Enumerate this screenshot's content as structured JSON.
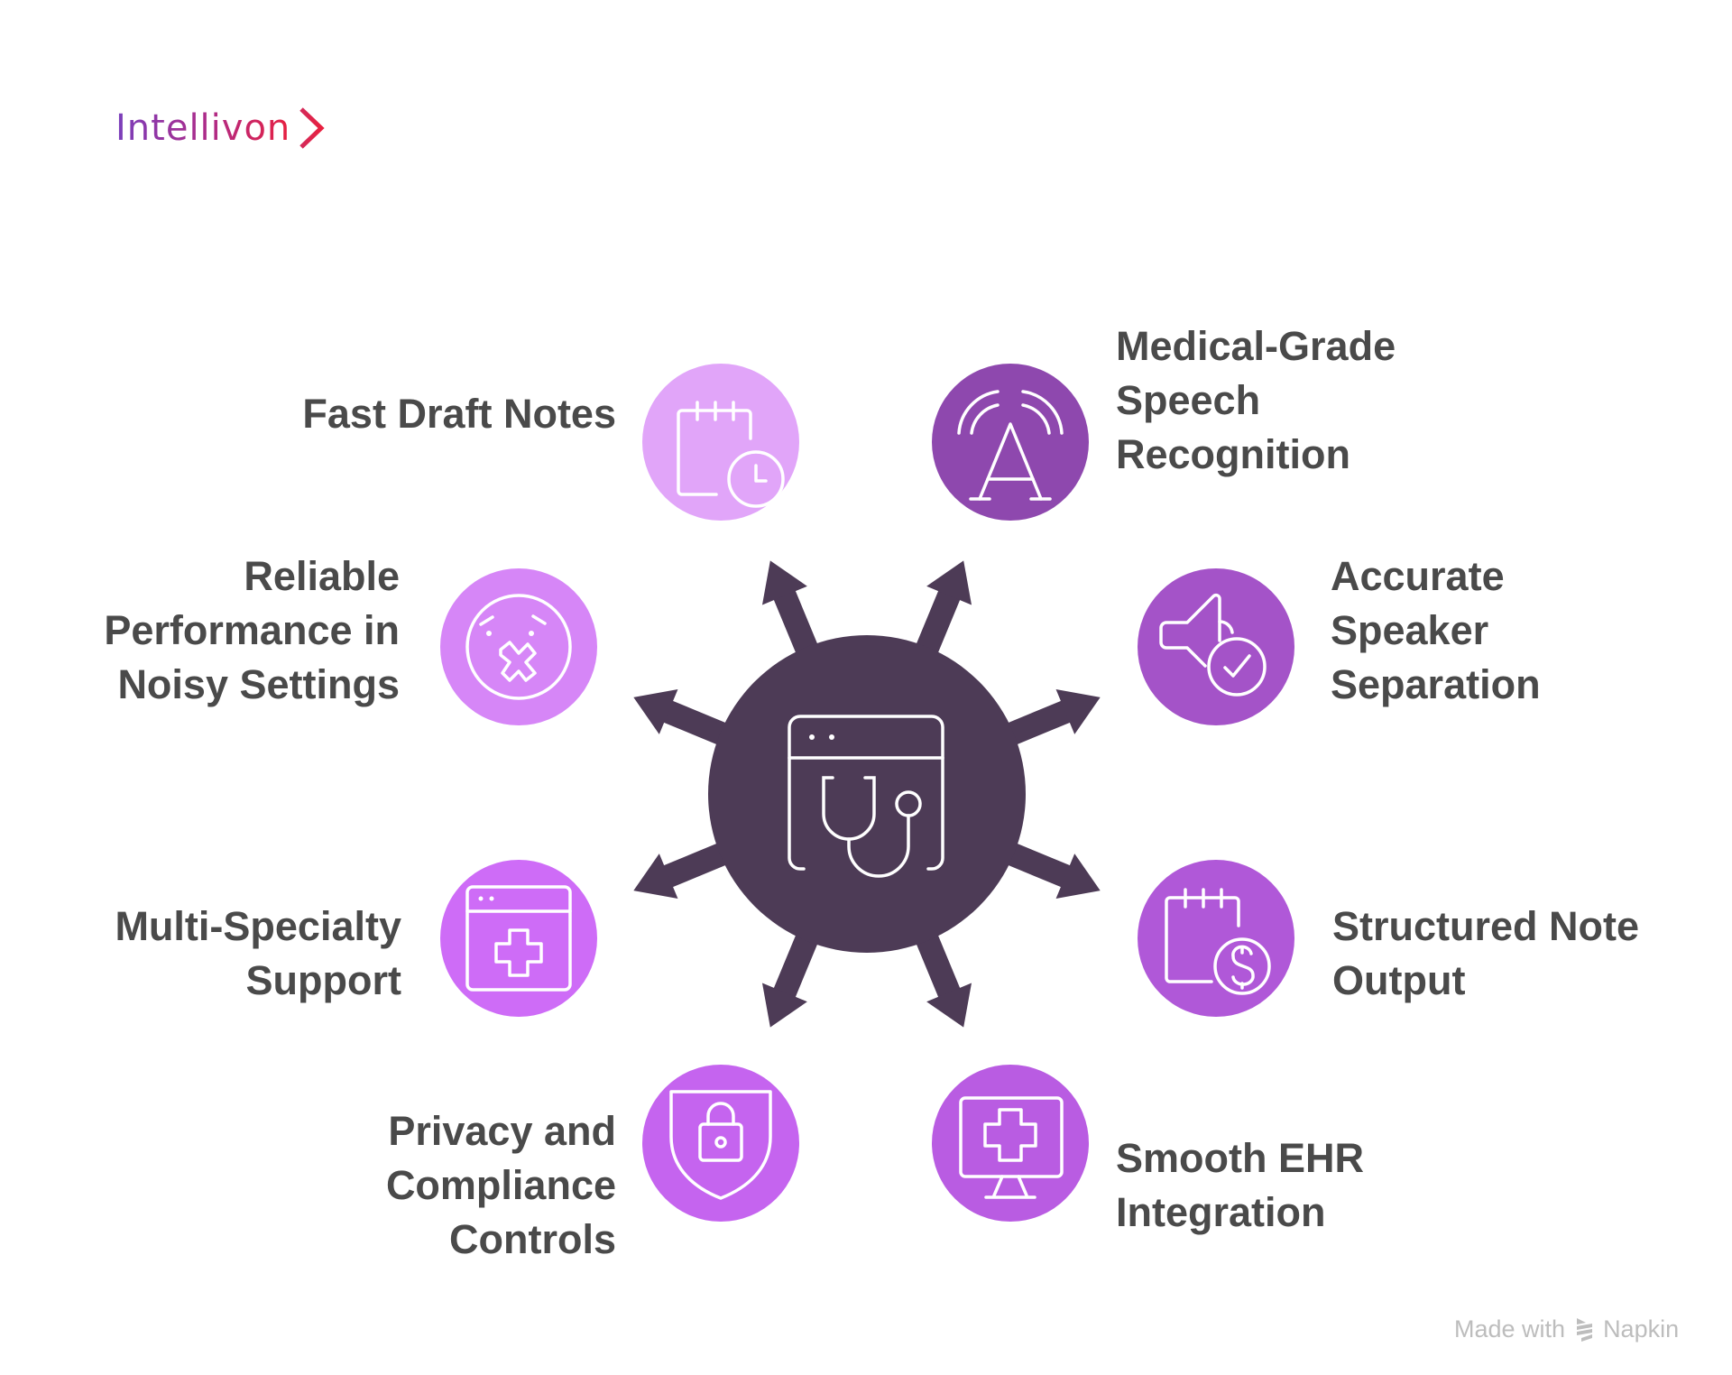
{
  "brand": {
    "name": "Intellivon",
    "chevron_icon": "chevron-right-icon",
    "gradient": [
      "#7a3fbc",
      "#e8203f"
    ]
  },
  "hub": {
    "icon": "browser-stethoscope-icon",
    "color": "#4d3b56",
    "arrow_count": 8
  },
  "features": [
    {
      "id": "fast-draft-notes",
      "lines": [
        "Fast Draft Notes"
      ],
      "icon": "calendar-clock-icon",
      "color": "#e1a5f9"
    },
    {
      "id": "medical-grade-speech-recognition",
      "lines": [
        "Medical-Grade",
        "Speech",
        "Recognition"
      ],
      "icon": "broadcast-letter-a-icon",
      "color": "#8e48ae"
    },
    {
      "id": "accurate-speaker-separation",
      "lines": [
        "Accurate",
        "Speaker",
        "Separation"
      ],
      "icon": "speaker-check-icon",
      "color": "#a453c8"
    },
    {
      "id": "structured-note-output",
      "lines": [
        "Structured Note",
        "Output"
      ],
      "icon": "calendar-dollar-icon",
      "color": "#b058d8"
    },
    {
      "id": "smooth-ehr-integration",
      "lines": [
        "Smooth EHR",
        "Integration"
      ],
      "icon": "monitor-medical-cross-icon",
      "color": "#b95ce2"
    },
    {
      "id": "privacy-and-compliance-controls",
      "lines": [
        "Privacy and",
        "Compliance",
        "Controls"
      ],
      "icon": "shield-lock-icon",
      "color": "#c564ef"
    },
    {
      "id": "multi-specialty-support",
      "lines": [
        "Multi-Specialty",
        "Support"
      ],
      "icon": "browser-medical-cross-icon",
      "color": "#ce6cf7"
    },
    {
      "id": "reliable-performance-in-noisy-settings",
      "lines": [
        "Reliable",
        "Performance in",
        "Noisy Settings"
      ],
      "icon": "face-mouth-taped-icon",
      "color": "#d686f7"
    }
  ],
  "text_color": "#4a4a4a",
  "watermark": {
    "prefix": "Made with",
    "brand": "Napkin",
    "icon": "napkin-logo-icon"
  }
}
